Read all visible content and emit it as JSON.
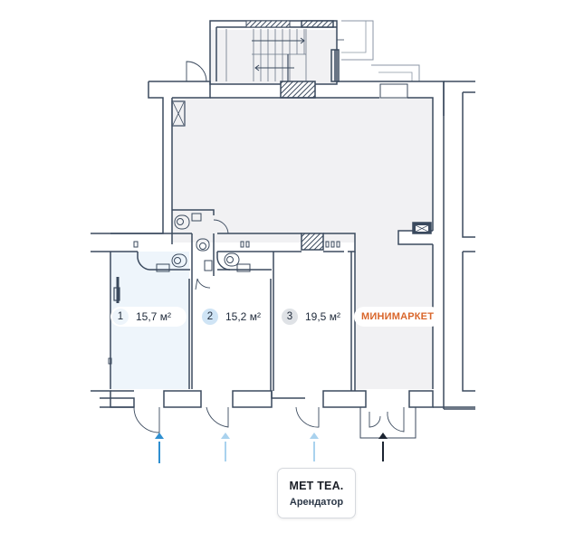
{
  "floorplan": {
    "colors": {
      "wall": "#3b4a5e",
      "common_floor": "#f1f1f3",
      "selected_unit": "#eef5fb",
      "unit_floor": "#ffffff",
      "hatch": "#3b4a5e",
      "entrance_selected": "#2f8fd0",
      "entrance_available": "#a9d2ee",
      "entrance_shop": "#1b2431",
      "shop_label": "#d9662b"
    },
    "units": [
      {
        "number": "1",
        "area": "15,7 м²",
        "state": "selected"
      },
      {
        "number": "2",
        "area": "15,2 м²",
        "state": "available"
      },
      {
        "number": "3",
        "area": "19,5 м²",
        "state": "unavailable"
      }
    ],
    "shop": {
      "label": "МИНИМАРКЕТ"
    },
    "entrances": [
      {
        "name": "entrance-unit-1",
        "icon": "arrow-up-icon",
        "state": "selected"
      },
      {
        "name": "entrance-unit-2",
        "icon": "arrow-up-icon",
        "state": "available"
      },
      {
        "name": "entrance-unit-3",
        "icon": "arrow-up-icon",
        "state": "available"
      },
      {
        "name": "entrance-shop",
        "icon": "arrow-up-icon",
        "state": "shop"
      }
    ],
    "tenant": {
      "brand": "МЕТ ТЕА.",
      "role": "Арендатор"
    }
  }
}
